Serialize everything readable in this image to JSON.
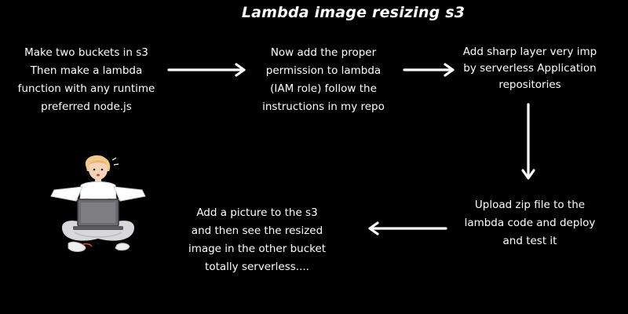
{
  "title": "Lambda image resizing s3",
  "steps": [
    {
      "lines": [
        "Make two buckets in s3",
        "Then make a lambda",
        "function with any runtime",
        "preferred node.js"
      ]
    },
    {
      "lines": [
        "Now add the proper",
        "permission to lambda",
        "(IAM role) follow the",
        "instructions in my repo"
      ]
    },
    {
      "lines": [
        "Add sharp layer very imp",
        "by serverless Application",
        "repositories"
      ]
    },
    {
      "lines": [
        "Upload zip file to the",
        "lambda code and deploy",
        "and test it"
      ]
    },
    {
      "lines": [
        "Add a picture to the s3",
        "and then see the resized",
        "image in the other bucket",
        "totally serverless...."
      ]
    }
  ],
  "colors": {
    "background": "#000000",
    "text": "#ffffff",
    "arrow": "#ffffff"
  },
  "illustration": {
    "icon": "person-with-laptop-icon"
  }
}
